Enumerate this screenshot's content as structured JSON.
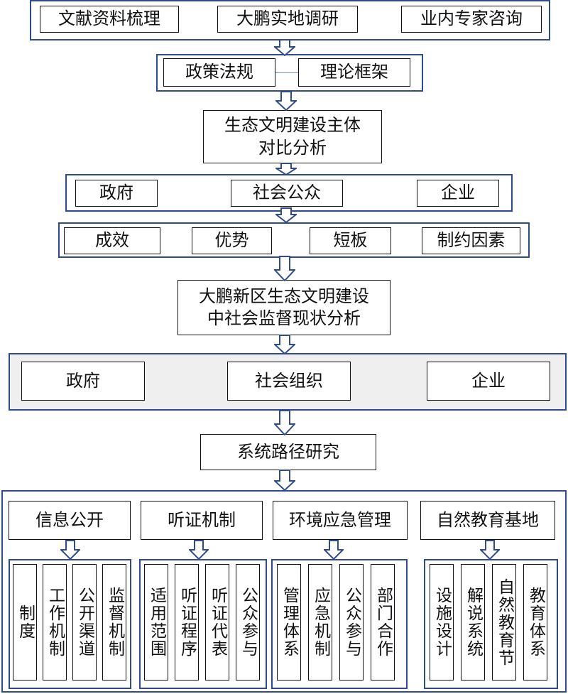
{
  "row1": [
    "文献资料梳理",
    "大鹏实地调研",
    "业内专家咨询"
  ],
  "row2": [
    "政策法规",
    "理论框架"
  ],
  "subject_analysis": [
    "生态文明建设主体",
    "对比分析"
  ],
  "row3": [
    "政府",
    "社会公众",
    "企业"
  ],
  "row4": [
    "成效",
    "优势",
    "短板",
    "制约因素"
  ],
  "status_analysis": [
    "大鹏新区生态文明建设",
    "中社会监督现状分析"
  ],
  "row5": [
    "政府",
    "社会组织",
    "企业"
  ],
  "path_research": "系统路径研究",
  "groups": [
    {
      "title": "信息公开",
      "items": [
        "制度",
        "工作机制",
        "公开渠道",
        "监督机制"
      ]
    },
    {
      "title": "听证机制",
      "items": [
        "适用范围",
        "听证程序",
        "听证代表",
        "公众参与"
      ]
    },
    {
      "title": "环境应急管理",
      "items": [
        "管理体系",
        "应急机制",
        "公众参与",
        "部门合作"
      ]
    },
    {
      "title": "自然教育基地",
      "items": [
        "设施设计",
        "解说系统",
        "自然教育节",
        "教育体系"
      ]
    }
  ],
  "colors": {
    "frame": "#2f4b8c",
    "arrow": "#2f4b8c",
    "gray_band": "#efefef"
  }
}
